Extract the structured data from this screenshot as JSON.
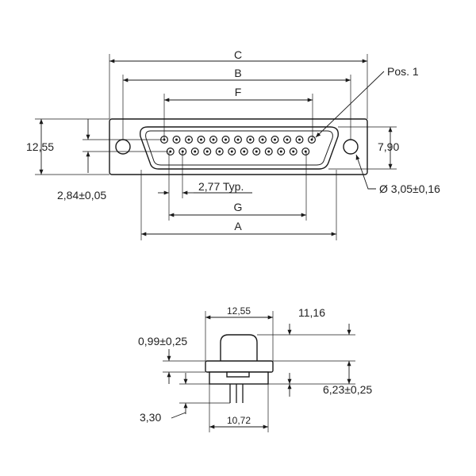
{
  "front_view": {
    "labels": {
      "C": "C",
      "B": "B",
      "F": "F",
      "G": "G",
      "A": "A",
      "pos1": "Pos. 1",
      "height": "12,55",
      "pin_row_offset": "2,84±0,05",
      "pitch": "2,77 Typ.",
      "shell_height": "7,90",
      "hole_diameter": "Ø 3,05±0,16"
    },
    "pins_top_row": 13,
    "pins_bottom_row": 12
  },
  "side_view": {
    "labels": {
      "flange_width": "12,55",
      "total_height": "11,16",
      "flange_thickness": "0,99±0,25",
      "lower_height": "6,23±0,25",
      "pin_length": "3,30",
      "bottom_width": "10,72"
    }
  }
}
